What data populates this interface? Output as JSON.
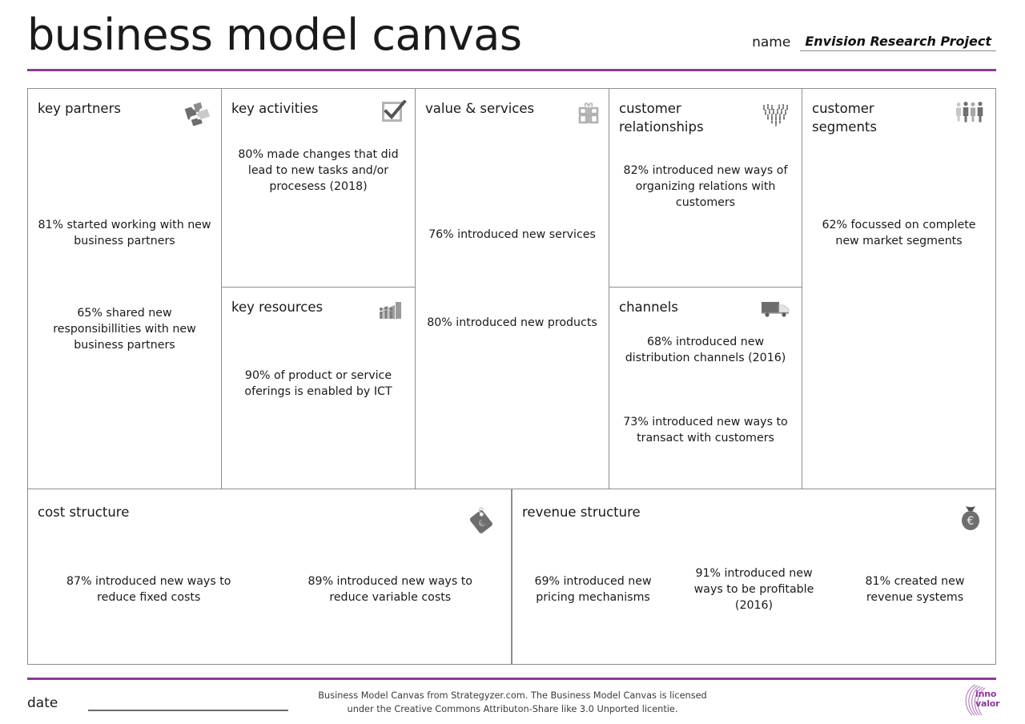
{
  "header": {
    "title": "business model canvas",
    "name_label": "name",
    "name_value": "Envision Research Project",
    "accent_color": "#8b3a96"
  },
  "blocks": {
    "key_partners": {
      "title": "key partners",
      "icon": "puzzle-pieces-icon",
      "notes": [
        "81% started working with new business partners",
        "65% shared new responsibillities with new business partners"
      ]
    },
    "key_activities": {
      "title": "key activities",
      "icon": "checkbox-check-icon",
      "notes": [
        "80% made changes that did lead to new tasks and/or procesess (2018)"
      ]
    },
    "key_resources": {
      "title": "key resources",
      "icon": "factory-people-icon",
      "notes": [
        "90% of product or service oferings is enabled by ICT"
      ]
    },
    "value_services": {
      "title": "value & services",
      "icon": "gift-box-icon",
      "notes": [
        "76% introduced new services",
        "80% introduced new products"
      ]
    },
    "customer_relationships": {
      "title": "customer relationships",
      "icon": "heart-of-people-icon",
      "notes": [
        "82% introduced new ways of organizing relations with customers"
      ]
    },
    "channels": {
      "title": "channels",
      "icon": "delivery-truck-icon",
      "notes": [
        "68% introduced new distribution channels (2016)",
        "73% introduced new ways to transact with customers"
      ]
    },
    "customer_segments": {
      "title": "customer segments",
      "icon": "people-group-icon",
      "notes": [
        "62% focussed on complete new market segments"
      ]
    },
    "cost_structure": {
      "title": "cost structure",
      "icon": "price-tag-euro-icon",
      "notes": [
        "87% introduced new ways to reduce fixed costs",
        "89% introduced new ways to reduce variable costs"
      ]
    },
    "revenue_structure": {
      "title": "revenue structure",
      "icon": "money-bag-euro-icon",
      "notes": [
        "69% introduced new pricing mechanisms",
        "91% introduced new ways to be profitable (2016)",
        "81% created new revenue systems"
      ]
    }
  },
  "footer": {
    "date_label": "date",
    "credit_line_1": "Business Model Canvas from Strategyzer.com. The Business Model Canvas is licensed",
    "credit_line_2": "under the Creative Commons Attributon-Share like 3.0 Unported licentie.",
    "logo_line_1": "inno",
    "logo_line_2": "valor"
  }
}
